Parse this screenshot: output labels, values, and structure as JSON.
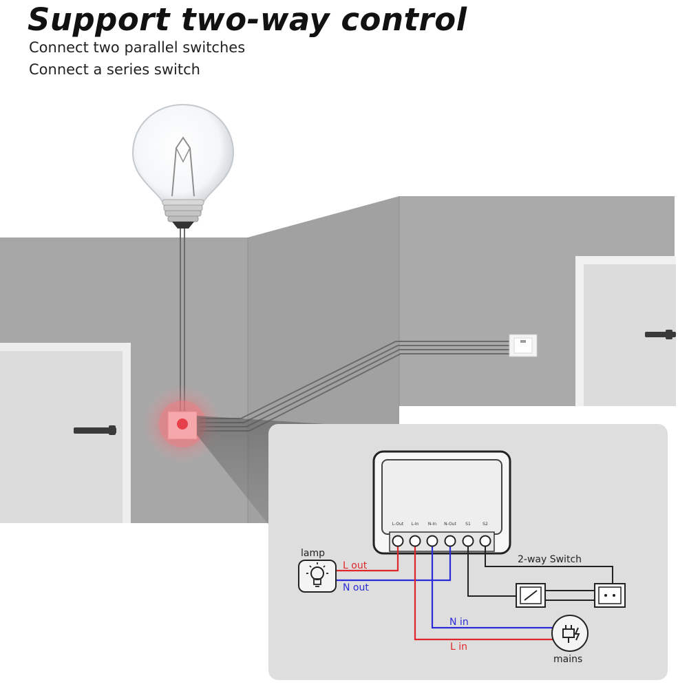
{
  "header": {
    "title": "Support two-way control",
    "lines": [
      "Connect two parallel switches",
      "Connect a series switch"
    ]
  },
  "module": {
    "terminals": [
      "L-Out",
      "L-In",
      "N-In",
      "N-Out",
      "S1",
      "S2"
    ]
  },
  "wiring": {
    "lamp_label": "lamp",
    "l_out": "L out",
    "n_out": "N out",
    "n_in": "N in",
    "l_in": "L in",
    "switch_label": "2-way Switch",
    "mains_label": "mains"
  },
  "colors": {
    "live": "#e0262a",
    "neutral": "#2b2bd8",
    "signal": "#222222",
    "wall": "#a9a9a9",
    "accent_switch": "#e8404a"
  },
  "icons": [
    "light-bulb-icon",
    "lamp-icon",
    "plug-icon",
    "wall-switch-icon",
    "door-icon"
  ]
}
